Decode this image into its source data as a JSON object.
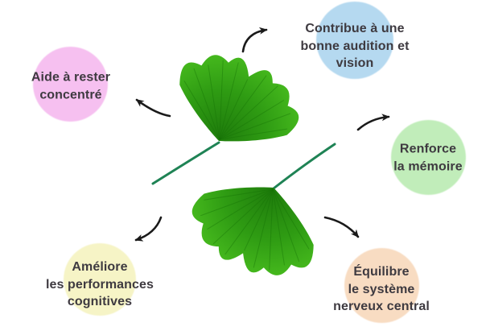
{
  "colors": {
    "background": "#ffffff",
    "text": "#3e3a40",
    "arrow": "#1a1a1a",
    "leaf_green_dark": "#1f7d0c",
    "leaf_green_light": "#5bcd2b",
    "stem_green": "#1f8355"
  },
  "illustration": {
    "name": "ginkgo-biloba-leaves"
  },
  "benefits": [
    {
      "id": "concentration",
      "label": "Aide à rester\nconcentré",
      "circle_color": "#f6c0f0"
    },
    {
      "id": "audition-vision",
      "label": "Contribue à une\nbonne audition et\nvision",
      "circle_color": "#b5d9f0"
    },
    {
      "id": "memory",
      "label": "Renforce\nla mémoire",
      "circle_color": "#c1edba"
    },
    {
      "id": "cognitive-performance",
      "label": "Améliore\nles performances\ncognitives",
      "circle_color": "#f6f4c6"
    },
    {
      "id": "nervous-system",
      "label": "Équilibre\nle système\nnerveux central",
      "circle_color": "#f8dcc2"
    }
  ]
}
